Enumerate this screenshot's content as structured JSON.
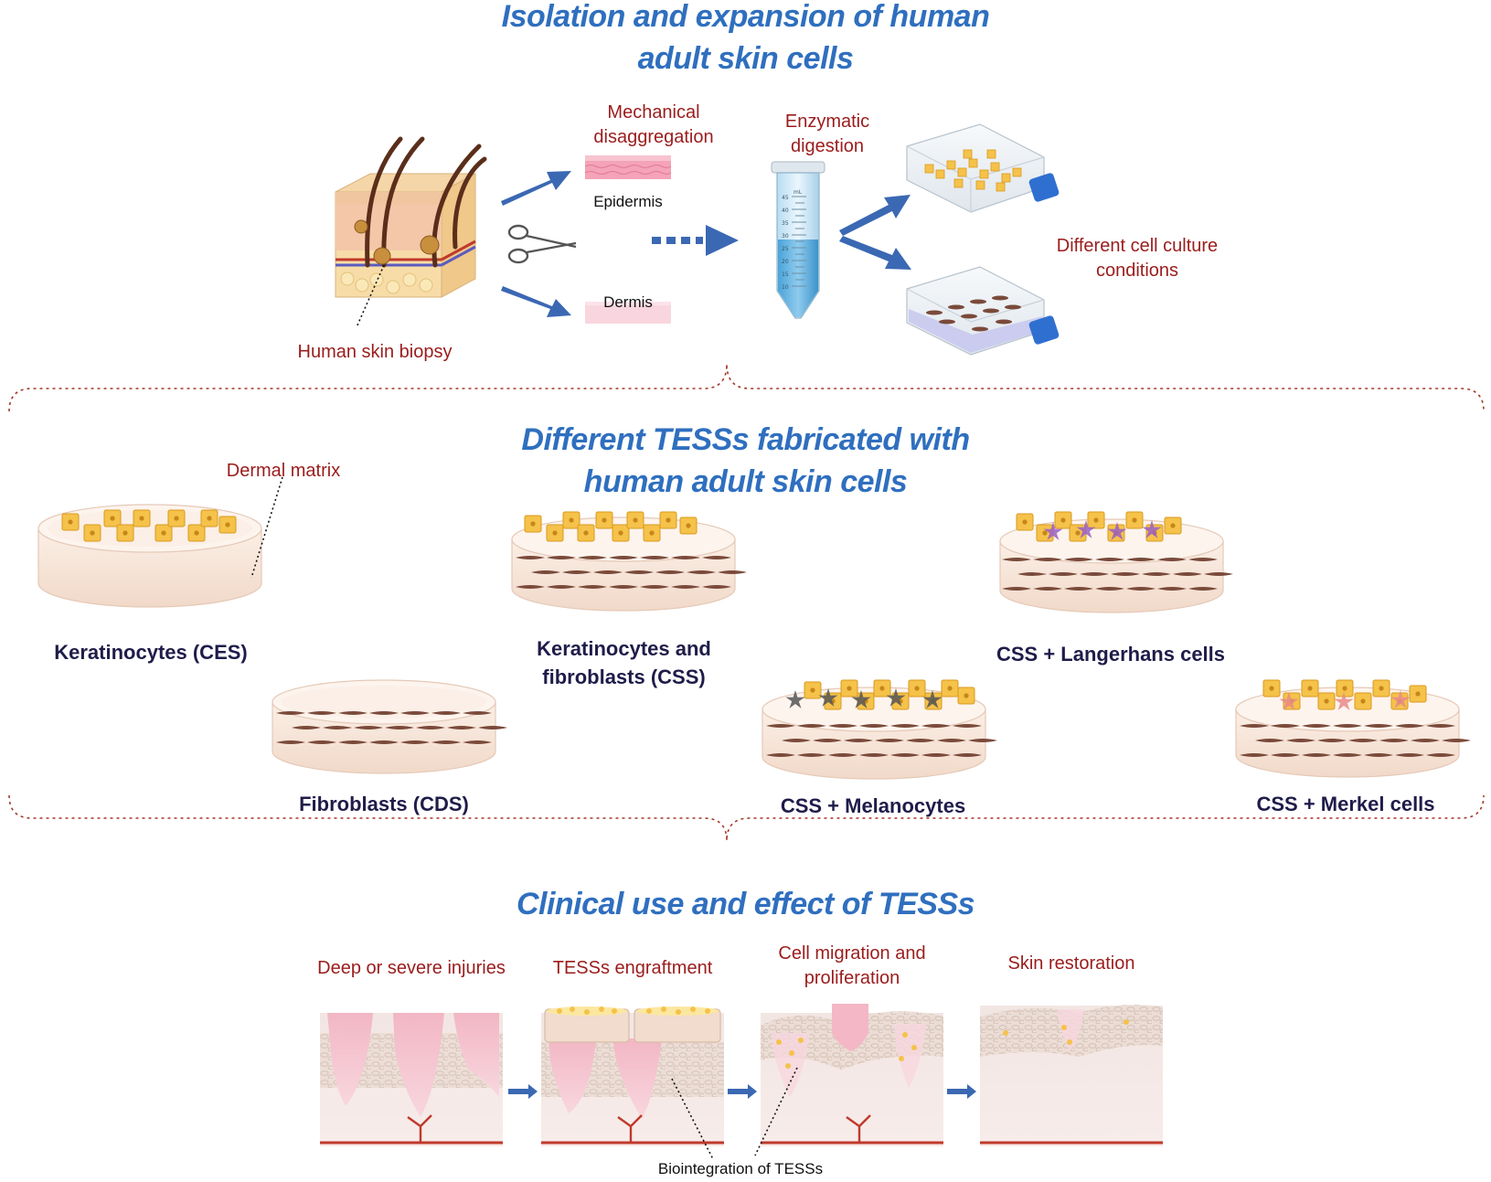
{
  "section1": {
    "title_line1": "Isolation and expansion of human",
    "title_line2": "adult skin cells",
    "mechanical_line1": "Mechanical",
    "mechanical_line2": "disaggregation",
    "epidermis": "Epidermis",
    "dermis": "Dermis",
    "enzymatic_line1": "Enzymatic",
    "enzymatic_line2": "digestion",
    "culture_line1": "Different cell culture",
    "culture_line2": "conditions",
    "biopsy": "Human skin biopsy",
    "tube_scale": [
      "45",
      "40",
      "35",
      "30",
      "25",
      "20",
      "15",
      "10"
    ],
    "tube_unit": "mL"
  },
  "section2": {
    "title_line1": "Different TESSs fabricated with",
    "title_line2": "human adult skin cells",
    "dermal_matrix": "Dermal matrix",
    "ces": "Keratinocytes (CES)",
    "css_line1": "Keratinocytes and",
    "css_line2": "fibroblasts (CSS)",
    "langerhans": "CSS + Langerhans cells",
    "cds": "Fibroblasts (CDS)",
    "melanocytes": "CSS + Melanocytes",
    "merkel": "CSS + Merkel cells"
  },
  "section3": {
    "title": "Clinical use and effect of TESSs",
    "injuries": "Deep or severe injuries",
    "engraftment": "TESSs engraftment",
    "migration_line1": "Cell migration and",
    "migration_line2": "proliferation",
    "restoration": "Skin restoration",
    "biointegration": "Biointegration of TESSs"
  },
  "colors": {
    "title_blue": "#2f6fbf",
    "label_red": "#9b1c1c",
    "label_navy": "#1f1c4a",
    "arrow_blue": "#3b68b3",
    "keratinocyte": "#f5c24a",
    "fibroblast": "#7a4a3a",
    "langerhans": "#9a5fc4",
    "melanocyte": "#555555",
    "merkel": "#e88a8a"
  }
}
